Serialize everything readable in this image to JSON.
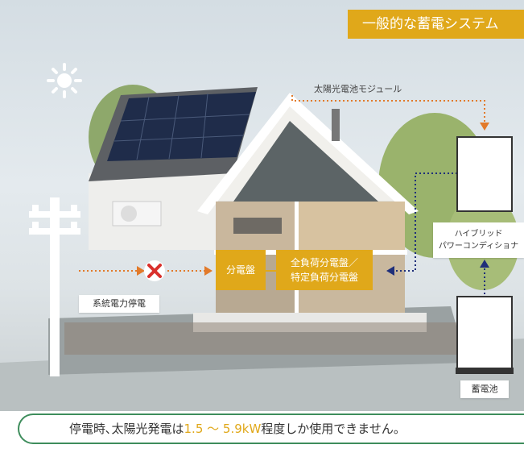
{
  "title": "一般的な蓄電システム",
  "labels": {
    "solar_module": "太陽光電池モジュール",
    "hybrid_pcs": "ハイブリッド\nパワーコンディショナ",
    "hybrid_pcs_line1": "ハイブリッド",
    "hybrid_pcs_line2": "パワーコンディショナ",
    "distribution_board": "分電盤",
    "load_board_line1": "全負荷分電盤／",
    "load_board_line2": "特定負荷分電盤",
    "grid_outage": "系統電力停電",
    "battery": "蓄電池"
  },
  "caption": {
    "prefix": "停電時､太陽光発電は",
    "range": "1.5 ～ 5.9kW",
    "suffix": "程度しか使用できません。"
  },
  "colors": {
    "accent": "#e0a81a",
    "arrow_orange": "#e27a2a",
    "arrow_navy": "#1f2f7a",
    "outage_x": "#d9302c",
    "border_green": "#3e8d5c"
  }
}
